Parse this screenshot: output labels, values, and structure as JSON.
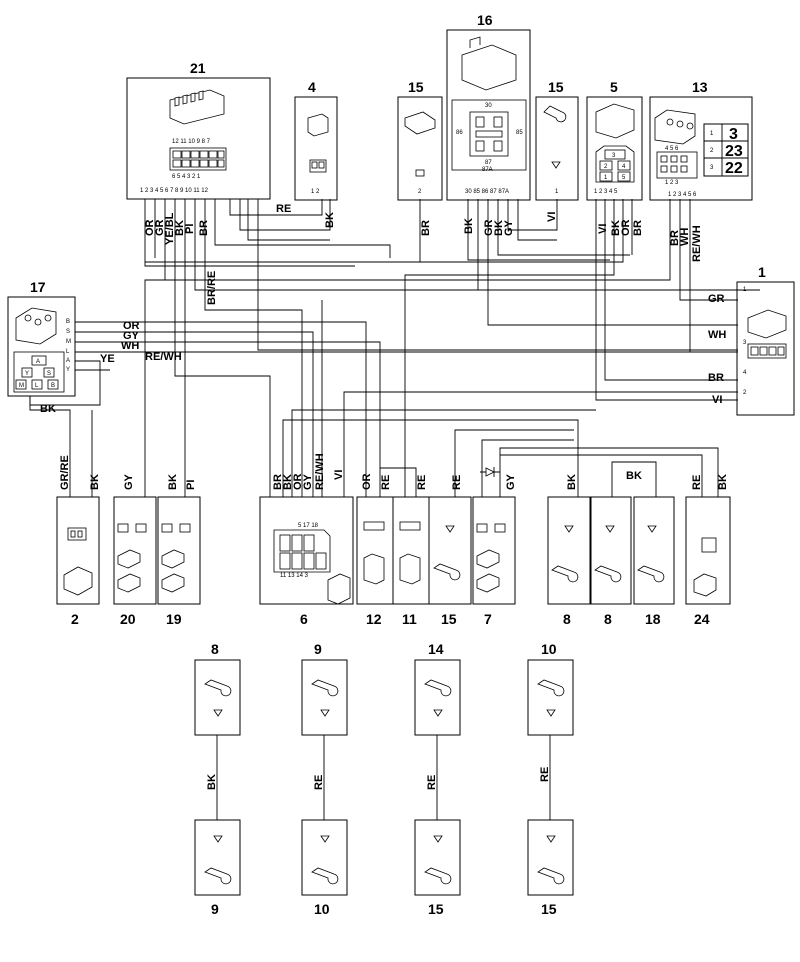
{
  "components": {
    "c21": "21",
    "c4": "4",
    "c16": "16",
    "c15a": "15",
    "c15b": "15",
    "c5": "5",
    "c13": "13",
    "c17": "17",
    "c1": "1",
    "c2": "2",
    "c20": "20",
    "c19": "19",
    "c6": "6",
    "c12": "12",
    "c11": "11",
    "c15c": "15",
    "c7": "7",
    "c8a": "8",
    "c8b": "8",
    "c18": "18",
    "c24": "24",
    "r8": "8",
    "r9top": "9",
    "r14": "14",
    "r10top": "10",
    "r9bot": "9",
    "r10bot": "10",
    "r15a": "15",
    "r15b": "15"
  },
  "wire_labels": {
    "re_top": "RE",
    "bk_4": "BK",
    "or21": "OR",
    "gr21": "GR",
    "yebl21": "YE/BL",
    "bk21": "BK",
    "pi21": "PI",
    "br21": "BR",
    "brre21": "BR/RE",
    "br15": "BR",
    "bk16": "BK",
    "gr16": "GR",
    "bk16b": "BK",
    "gy16": "GY",
    "vi15": "VI",
    "vi5": "VI",
    "bk5": "BK",
    "or5": "OR",
    "br5": "BR",
    "br13": "BR",
    "wh13": "WH",
    "rewh13": "RE/WH",
    "gr1": "GR",
    "wh1": "WH",
    "br1": "BR",
    "vi1": "VI",
    "or17": "OR",
    "gy17": "GY",
    "wh17": "WH",
    "ye17": "YE",
    "rewh17": "RE/WH",
    "bk17": "BK",
    "grre2": "GR/RE",
    "bk2": "BK",
    "gy20": "GY",
    "bk19": "BK",
    "pi19": "PI",
    "br6": "BR",
    "bk6": "BK",
    "or6": "OR",
    "gy6": "GY",
    "rewh6": "RE/WH",
    "vi6": "VI",
    "or12": "OR",
    "re12": "RE",
    "re11": "RE",
    "re15": "RE",
    "gy7": "GY",
    "bk8": "BK",
    "bk8b": "BK",
    "re24": "RE",
    "bk24": "BK",
    "bk_r1": "BK",
    "re_r2": "RE",
    "re_r3": "RE",
    "re_r4": "RE"
  },
  "relay16": {
    "p30": "30",
    "p86": "86",
    "p85": "85",
    "p87": "87",
    "p87a": "87A"
  },
  "table13": {
    "rows": [
      {
        "pos": "1",
        "ref": "3"
      },
      {
        "pos": "2",
        "ref": "23"
      },
      {
        "pos": "3",
        "ref": "22"
      }
    ]
  },
  "pins": {
    "c21": "1 2 3 4 5 6 7 8 9 10 11 12",
    "c21_top": "12 11 10 9 8 7",
    "c21_bot": "6 5 4 3 2 1",
    "c4": "1 2",
    "c16": "30 85 86 87 87A",
    "c5": "1 2 3 4 5",
    "c13": "1 2 3 4 5 6",
    "c17": [
      "B",
      "S",
      "M",
      "L",
      "A",
      "Y"
    ],
    "c1": [
      "1",
      "3",
      "4",
      "2"
    ],
    "c6": "5 17 18",
    "c6_bot": "11 13 14 3"
  }
}
